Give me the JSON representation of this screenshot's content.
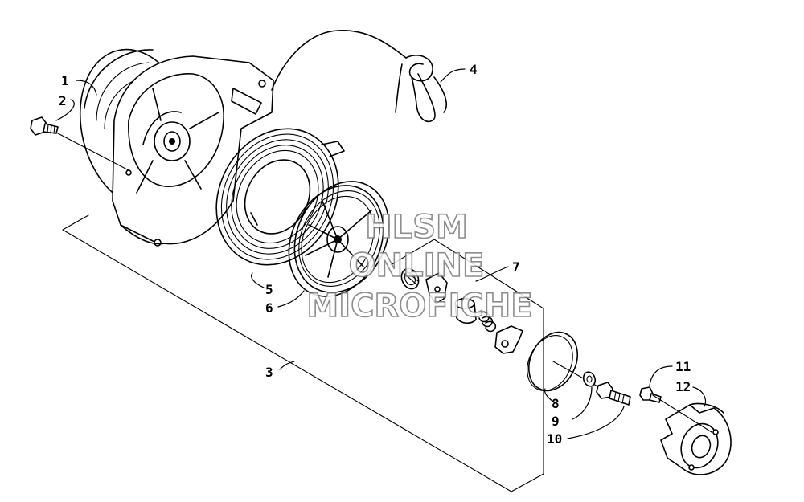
{
  "callouts": {
    "c1": "1",
    "c2": "2",
    "c3": "3",
    "c4": "4",
    "c5": "5",
    "c6": "6",
    "c7": "7",
    "c8": "8",
    "c9": "9",
    "c10": "10",
    "c11": "11",
    "c12": "12"
  },
  "watermark": {
    "line1": "HLSM",
    "line2": "ONLINE",
    "line3": "MICROFICHE"
  }
}
